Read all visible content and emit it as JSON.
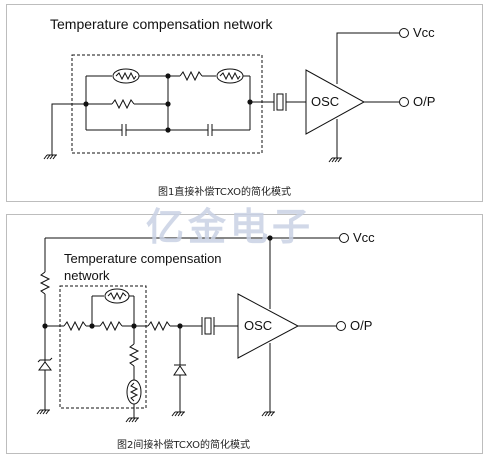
{
  "figure1": {
    "title": "Temperature compensation network",
    "vcc_label": "Vcc",
    "out_label": "O/P",
    "osc_label": "OSC",
    "caption": "图1直接补偿TCXO的简化模式"
  },
  "figure2": {
    "title_line1": "Temperature compensation",
    "title_line2": "network",
    "vcc_label": "Vcc",
    "out_label": "O/P",
    "osc_label": "OSC",
    "caption": "图2间接补偿TCXO的简化模式"
  },
  "watermark": "亿金电子",
  "colors": {
    "line": "#111111",
    "border": "#bdbdbd",
    "watermark": "#c9d2e4"
  }
}
